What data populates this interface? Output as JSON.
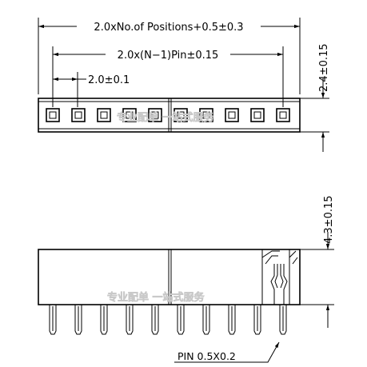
{
  "dimensions": {
    "total_length": "2.0xNo.of  Positions+0.5±0.3",
    "pin_span": "2.0x(N−1)Pin±0.15",
    "pitch": "2.0±0.1",
    "top_height": "2.4±0.15",
    "side_height": "4.3±0.15",
    "pin_size": "PIN  0.5X0.2"
  },
  "watermark": {
    "top": "专业配单 一站式服务",
    "side": "专业配单 一站式服务"
  },
  "top_view": {
    "positions": 10
  },
  "side_view": {
    "pins": 10
  }
}
